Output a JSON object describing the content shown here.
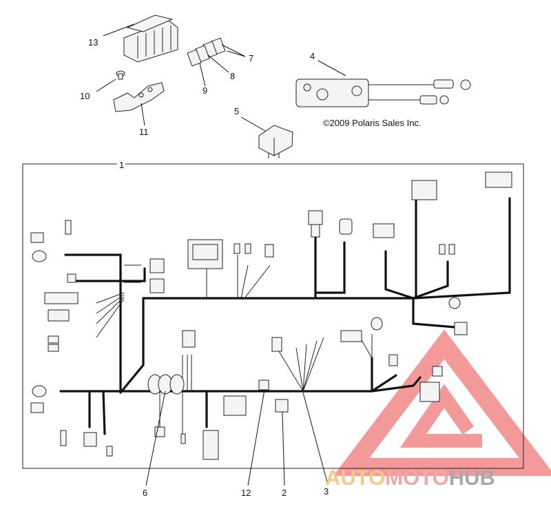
{
  "copyright": "©2009 Polaris Sales Inc.",
  "watermark": {
    "text_auto": "AUTO",
    "text_moto": "MOTO",
    "text_hub": "HUB",
    "colors": {
      "auto": "#f5c888",
      "moto": "#f3a6a6",
      "hub": "#a9a9a9",
      "logo": "#f07878"
    }
  },
  "callouts": [
    {
      "id": "callout-1",
      "label": "1"
    },
    {
      "id": "callout-2",
      "label": "2"
    },
    {
      "id": "callout-3",
      "label": "3"
    },
    {
      "id": "callout-4",
      "label": "4"
    },
    {
      "id": "callout-5",
      "label": "5"
    },
    {
      "id": "callout-6",
      "label": "6"
    },
    {
      "id": "callout-7",
      "label": "7"
    },
    {
      "id": "callout-8",
      "label": "8"
    },
    {
      "id": "callout-9",
      "label": "9"
    },
    {
      "id": "callout-10",
      "label": "10"
    },
    {
      "id": "callout-11",
      "label": "11"
    },
    {
      "id": "callout-12",
      "label": "12"
    },
    {
      "id": "callout-13",
      "label": "13"
    }
  ]
}
